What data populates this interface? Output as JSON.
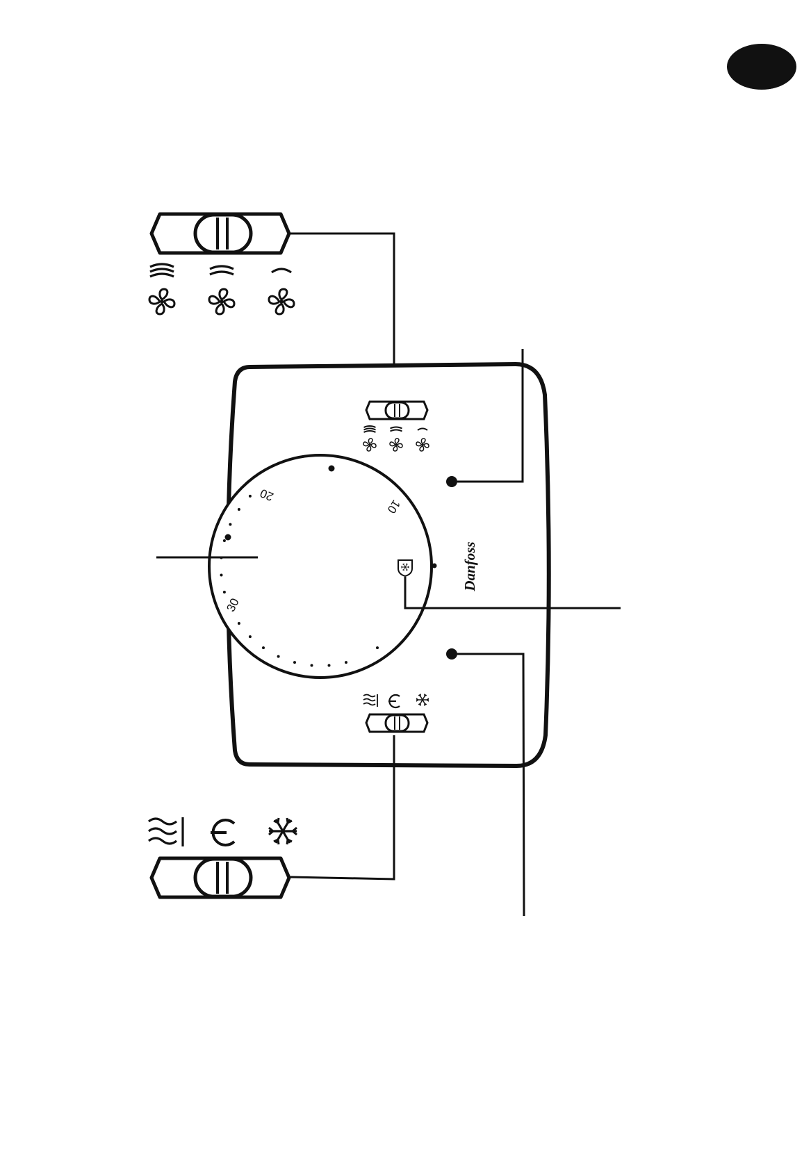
{
  "brand": {
    "name": "Danfoss"
  },
  "dial": {
    "scale_labels": [
      "10",
      "20",
      "30"
    ],
    "frost_protection_icon": "snowflake-shield-icon"
  },
  "fan_speed_switch": {
    "positions": [
      "fan-speed-3-icon",
      "fan-speed-2-icon",
      "fan-speed-1-icon"
    ]
  },
  "mode_switch": {
    "positions": [
      "heating-icon",
      "standby-icon",
      "cooling-icon"
    ]
  },
  "indicators": [
    "fan-speed-led-icon",
    "mode-led-icon"
  ],
  "colors": {
    "ink": "#111111",
    "background": "#ffffff"
  }
}
